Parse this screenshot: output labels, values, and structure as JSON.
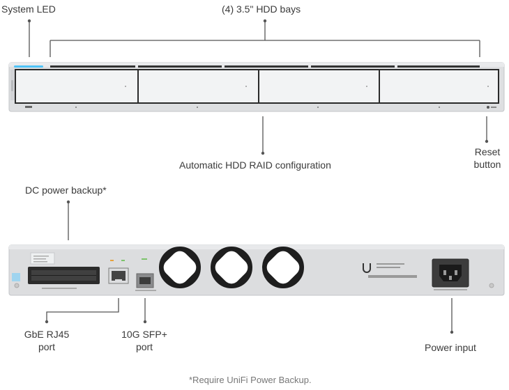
{
  "labels": {
    "system_led": "System LED",
    "hdd_bays": "(4) 3.5\" HDD bays",
    "raid": "Automatic HDD RAID configuration",
    "reset_line1": "Reset",
    "reset_line2": "button",
    "dc_backup": "DC power backup*",
    "rj45_line1": "GbE RJ45",
    "rj45_line2": "port",
    "sfp_line1": "10G SFP+",
    "sfp_line2": "port",
    "power_input": "Power input"
  },
  "footnote": "*Require UniFi Power Backup.",
  "colors": {
    "chassis": "#dedfe1",
    "bay": "#f2f3f4",
    "led": "#4fc3f7",
    "fan": "#1e1e1e",
    "leader": "#555555"
  }
}
